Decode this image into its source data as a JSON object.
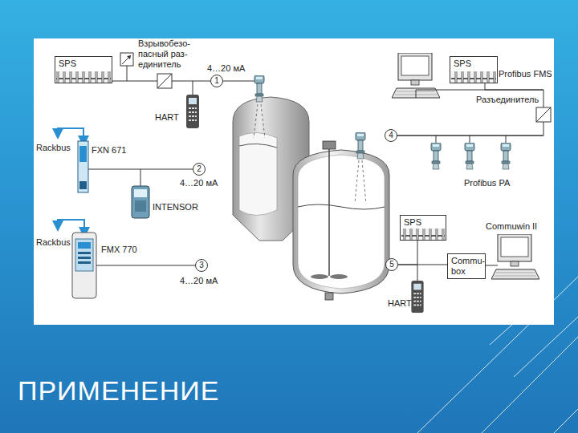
{
  "diagram": {
    "title": "ПРИМЕНЕНИЕ",
    "nodes": [
      {
        "text": [
          "SPS"
        ]
      },
      {
        "text": [
          "1"
        ]
      },
      {
        "text": [
          "2"
        ]
      },
      {
        "text": [
          "3"
        ]
      },
      {
        "text": [
          "SPS"
        ]
      },
      {
        "text": [
          "4"
        ]
      },
      {
        "text": [
          "SPS"
        ]
      },
      {
        "text": [
          "5"
        ]
      },
      {
        "text": [
          "Commu- box"
        ]
      }
    ],
    "edges": [
      {
        "from": 0,
        "to": 1,
        "arrow": "none"
      },
      {
        "from": 4,
        "to": 5,
        "arrow": "none"
      },
      {
        "from": 7,
        "to": 6,
        "arrow": "none"
      },
      {
        "from": 7,
        "to": 8,
        "arrow": "none"
      }
    ],
    "labels": [
      "Взрывобезо- пасный раз- единитель",
      "4…20 мА",
      "HART",
      "Rackbus",
      "FXN 671",
      "4…20 мА",
      "INTENSOR",
      "Rackbus",
      "FMX 770",
      "4…20 мА",
      "Profibus FMS",
      "Разъединитель",
      "Profibus PA",
      "Commuwin II",
      "HART"
    ]
  }
}
